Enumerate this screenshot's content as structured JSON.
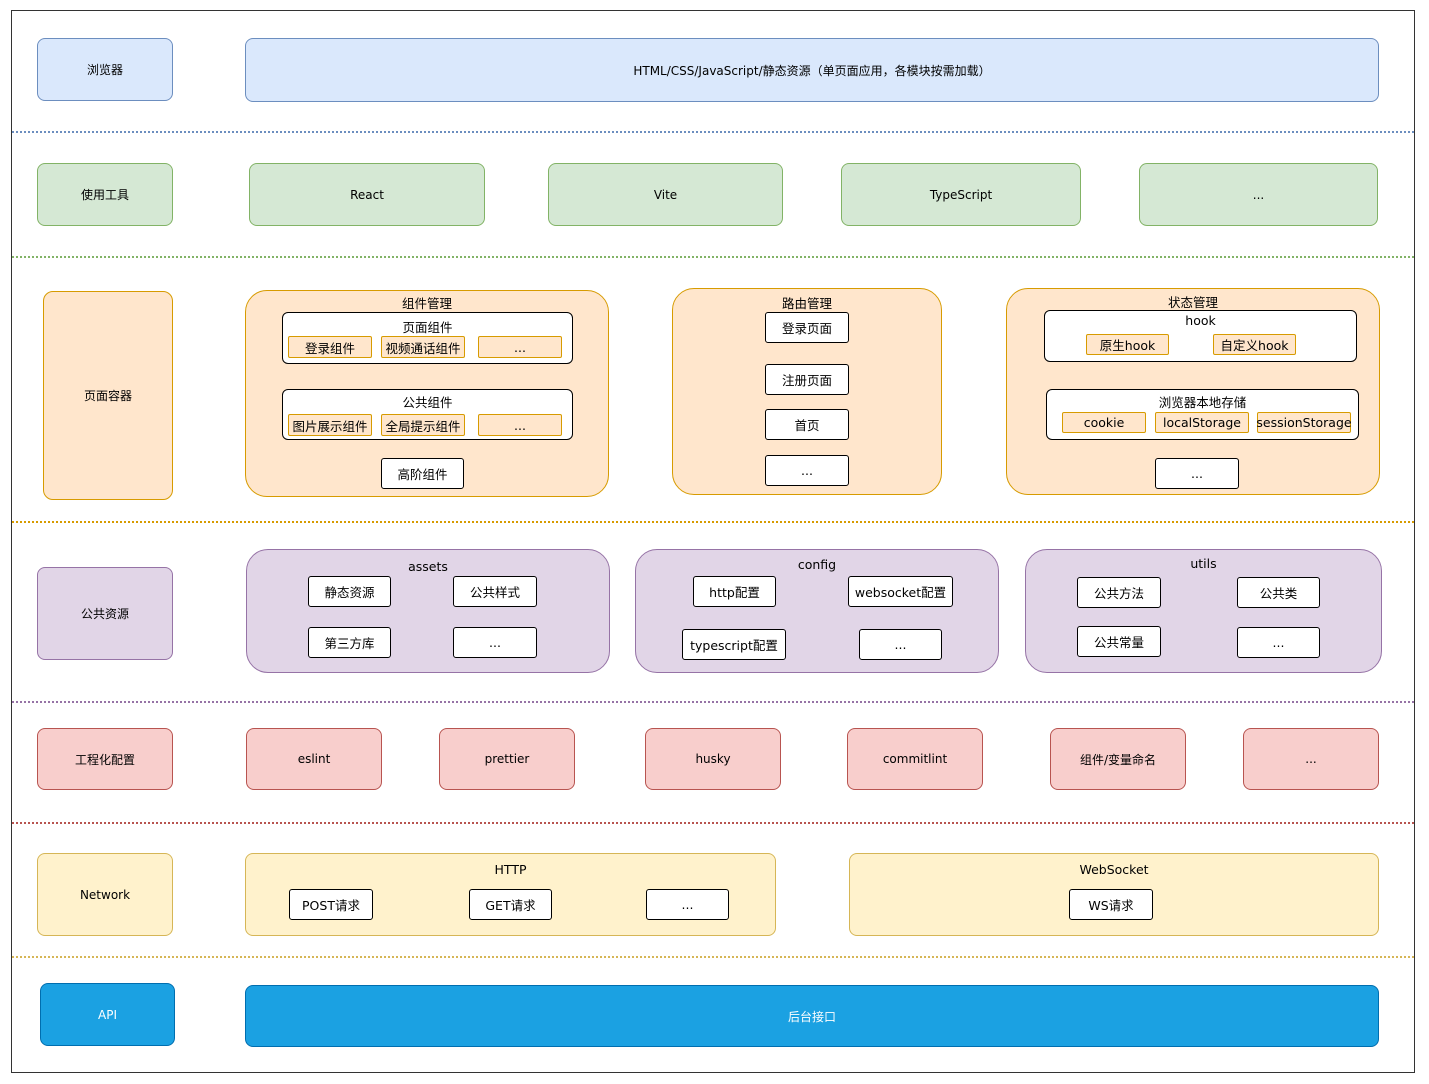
{
  "colors": {
    "blue_fill": "#dae8fc",
    "blue_stroke": "#6c8ebf",
    "green_fill": "#d5e8d4",
    "green_stroke": "#82b366",
    "orange_fill": "#ffe6cc",
    "orange_stroke": "#d79b00",
    "purple_fill": "#e1d5e7",
    "purple_stroke": "#9673a6",
    "red_fill": "#f8cecc",
    "red_stroke": "#b85450",
    "yellow_fill": "#fff2cc",
    "yellow_stroke": "#d6b656",
    "api_fill": "#1ba1e2",
    "api_stroke": "#006eaf"
  },
  "browser": {
    "label": "浏览器",
    "content": "HTML/CSS/JavaScript/静态资源（单页面应用，各模块按需加载）"
  },
  "tools": {
    "label": "使用工具",
    "items": [
      "React",
      "Vite",
      "TypeScript",
      "..."
    ]
  },
  "pages": {
    "label": "页面容器",
    "component_mgmt": {
      "title": "组件管理",
      "page_components": {
        "title": "页面组件",
        "items": [
          "登录组件",
          "视频通话组件",
          "..."
        ]
      },
      "public_components": {
        "title": "公共组件",
        "items": [
          "图片展示组件",
          "全局提示组件",
          "..."
        ]
      },
      "hoc": "高阶组件"
    },
    "route_mgmt": {
      "title": "路由管理",
      "items": [
        "登录页面",
        "注册页面",
        "首页",
        "..."
      ]
    },
    "state_mgmt": {
      "title": "状态管理",
      "hook": {
        "title": "hook",
        "items": [
          "原生hook",
          "自定义hook"
        ]
      },
      "storage": {
        "title": "浏览器本地存储",
        "items": [
          "cookie",
          "localStorage",
          "sessionStorage"
        ]
      },
      "more": "..."
    }
  },
  "public_resources": {
    "label": "公共资源",
    "assets": {
      "title": "assets",
      "items": [
        "静态资源",
        "公共样式",
        "第三方库",
        "..."
      ]
    },
    "config": {
      "title": "config",
      "items": [
        "http配置",
        "websocket配置",
        "typescript配置",
        "..."
      ]
    },
    "utils": {
      "title": "utils",
      "items": [
        "公共方法",
        "公共类",
        "公共常量",
        "..."
      ]
    }
  },
  "engineering": {
    "label": "工程化配置",
    "items": [
      "eslint",
      "prettier",
      "husky",
      "commitlint",
      "组件/变量命名",
      "..."
    ]
  },
  "network": {
    "label": "Network",
    "http": {
      "title": "HTTP",
      "items": [
        "POST请求",
        "GET请求",
        "..."
      ]
    },
    "websocket": {
      "title": "WebSocket",
      "items": [
        "WS请求"
      ]
    }
  },
  "api": {
    "label": "API",
    "backend": "后台接口"
  }
}
